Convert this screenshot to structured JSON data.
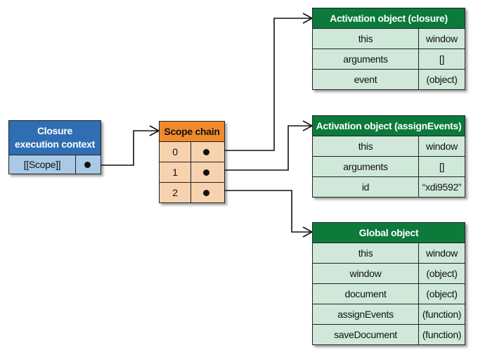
{
  "closure_context": {
    "title_line1": "Closure",
    "title_line2": "execution context",
    "scope_label": "[[Scope]]"
  },
  "scope_chain": {
    "title": "Scope chain",
    "indices": [
      "0",
      "1",
      "2"
    ]
  },
  "activation_closure": {
    "title": "Activation object (closure)",
    "rows": [
      {
        "key": "this",
        "value": "window"
      },
      {
        "key": "arguments",
        "value": "[]"
      },
      {
        "key": "event",
        "value": "(object)"
      }
    ]
  },
  "activation_assign": {
    "title": "Activation object (assignEvents)",
    "rows": [
      {
        "key": "this",
        "value": "window"
      },
      {
        "key": "arguments",
        "value": "[]"
      },
      {
        "key": "id",
        "value": "“xdi9592”"
      }
    ]
  },
  "global_object": {
    "title": "Global object",
    "rows": [
      {
        "key": "this",
        "value": "window"
      },
      {
        "key": "window",
        "value": "(object)"
      },
      {
        "key": "document",
        "value": "(object)"
      },
      {
        "key": "assignEvents",
        "value": "(function)"
      },
      {
        "key": "saveDocument",
        "value": "(function)"
      }
    ]
  },
  "colors": {
    "green_header": "#0b7a3b",
    "green_body": "#cfe8d9",
    "blue_header": "#2f6eb3",
    "blue_body": "#a9c9e6",
    "orange_header": "#ef8b2c",
    "orange_body": "#f7d2ae"
  }
}
